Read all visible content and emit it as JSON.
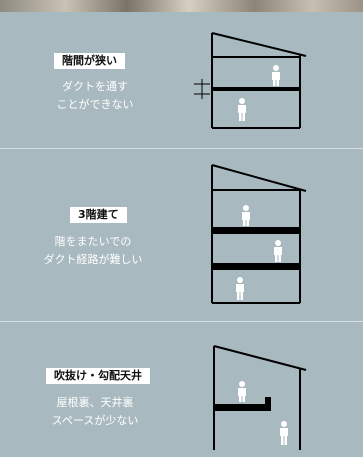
{
  "colors": {
    "background": "#a8b9bf",
    "line": "#000000",
    "text": "#ffffff",
    "label_bg": "#ffffff"
  },
  "panels": [
    {
      "title": "階間が狭い",
      "desc_line1": "ダクトを通す",
      "desc_line2": "ことができない",
      "figure_icon": "person-icon"
    },
    {
      "title": "3階建て",
      "desc_line1": "階をまたいでの",
      "desc_line2": "ダクト経路が難しい",
      "figure_icon": "person-icon"
    },
    {
      "title": "吹抜け・勾配天井",
      "desc_line1": "屋根裏、天井裏",
      "desc_line2": "スペースが少ない",
      "figure_icon": "person-icon"
    }
  ]
}
